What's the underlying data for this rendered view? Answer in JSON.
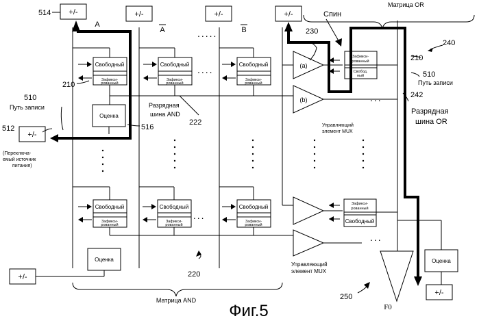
{
  "figure": {
    "caption": "Фиг.5"
  },
  "power_source": {
    "label": "+/-"
  },
  "ref_numbers": {
    "r514": "514",
    "r210a": "210",
    "r210b": "210",
    "r510a": "510",
    "r510b": "510",
    "r512": "512",
    "r516": "516",
    "r222": "222",
    "r230": "230",
    "r240": "240",
    "r242": "242",
    "r220": "220",
    "r250": "250"
  },
  "columns": {
    "a": "A",
    "a_bar": "A",
    "b_bar": "B"
  },
  "cells": {
    "free": "Свободный",
    "fixed_line1": "Зафикси-",
    "fixed_line2": "рованный",
    "free_short1": "Свобод.",
    "free_short2": "ный"
  },
  "labels": {
    "spin": "Спин",
    "or_matrix": "Матрица OR",
    "and_matrix": "Матрица AND",
    "write_path": "Путь записи",
    "and_bitline_1": "Разрядная",
    "and_bitline_2": "шина AND",
    "or_bitline_1": "Разрядная",
    "or_bitline_2": "шина OR",
    "mux_1": "Управляющий",
    "mux_2": "элемент MUX",
    "evaluation": "Оценка",
    "switchable_1": "(Переключа-",
    "switchable_2": "емый источник",
    "switchable_3": "питания)",
    "tri_a": "(a)",
    "tri_b": "(b)",
    "output": "F0"
  }
}
